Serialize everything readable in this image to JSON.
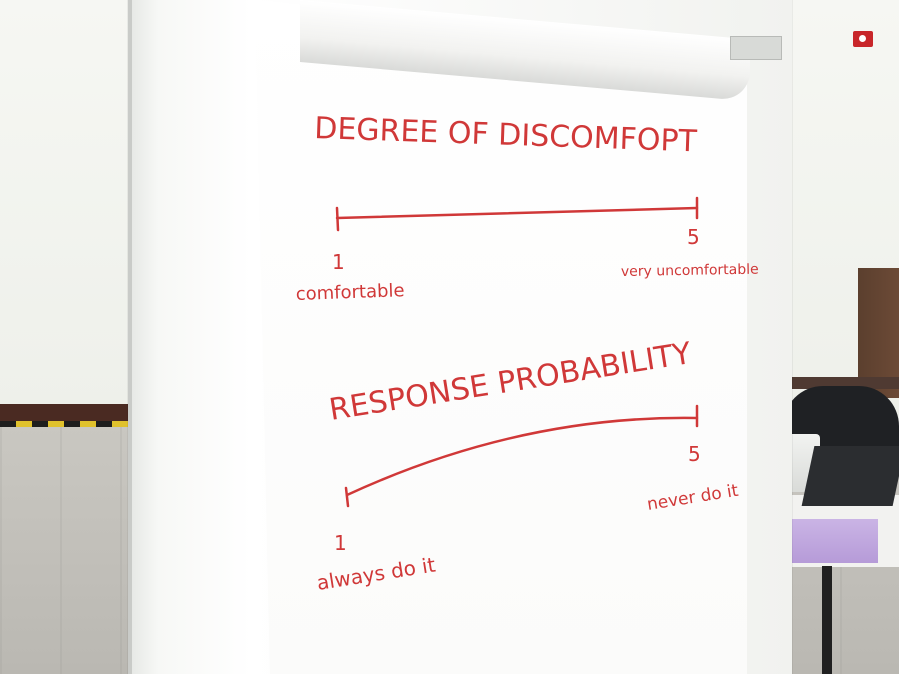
{
  "flipchart": {
    "scale_1": {
      "title": "DEGREE OF DISCOMFOPT",
      "min_value": "1",
      "max_value": "5",
      "min_label": "comfortable",
      "max_label": "very uncomfortable"
    },
    "scale_2": {
      "title": "RESPONSE PROBABILITY",
      "min_value": "1",
      "max_value": "5",
      "min_label": "always do it",
      "max_label": "never do it"
    },
    "ink_color": "#d03838"
  }
}
